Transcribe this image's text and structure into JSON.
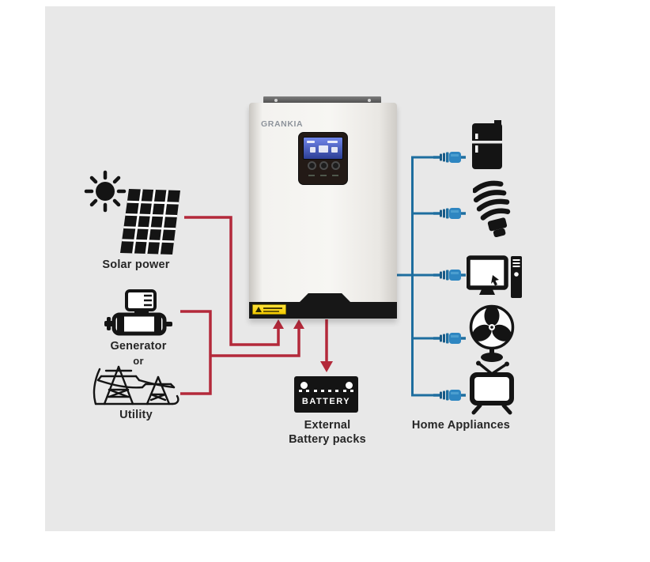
{
  "diagram": {
    "inverter": {
      "brand": "GRANKIA"
    },
    "sources": {
      "solar": {
        "label": "Solar power"
      },
      "generator": {
        "label": "Generator"
      },
      "conjunction": "or",
      "utility": {
        "label": "Utility"
      }
    },
    "battery": {
      "device_label": "BATTERY",
      "caption_line1": "External",
      "caption_line2": "Battery packs"
    },
    "appliances": {
      "caption": "Home Appliances",
      "items": [
        "refrigerator",
        "cfl-bulb",
        "desktop-computer",
        "table-fan",
        "television"
      ]
    },
    "colors": {
      "background": "#e8e8e8",
      "source_wire_red": "#b3293a",
      "load_wire_blue": "#1e6e9f",
      "plug_blue": "#2e86c1",
      "icon_black": "#141414",
      "lcd_blue": "#4a63d8",
      "warning_yellow": "#ffd900"
    }
  }
}
